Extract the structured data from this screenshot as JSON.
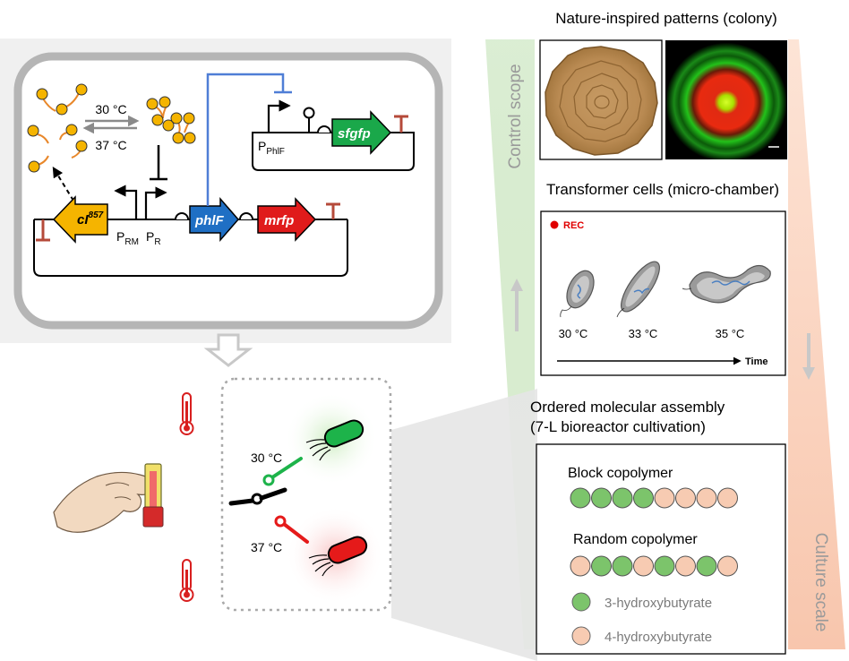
{
  "circuit": {
    "temp_high": "30 °C",
    "temp_low": "37 °C",
    "gene_ci": "cI",
    "gene_ci_sup": "857",
    "promoter_rm": "P",
    "promoter_rm_sub": "RM",
    "promoter_r": "P",
    "promoter_r_sub": "R",
    "gene_phlf": "phlF",
    "gene_mrfp": "mrfp",
    "promoter_phlf": "P",
    "promoter_phlf_sub": "PhlF",
    "gene_sfgfp": "sfgfp"
  },
  "switch": {
    "green_temp": "30 °C",
    "red_temp": "37 °C"
  },
  "scales": {
    "left_bar": "Control scope",
    "right_bar": "Culture scale"
  },
  "panel_patterns": {
    "title": "Nature-inspired patterns (colony)"
  },
  "panel_transformer": {
    "title": "Transformer cells (micro-chamber)",
    "rec": "REC",
    "temps": [
      "30 °C",
      "33 °C",
      "35 °C"
    ],
    "axis": "Time"
  },
  "panel_assembly": {
    "title_line1": "Ordered molecular assembly",
    "title_line2": "(7-L bioreactor cultivation)",
    "block_label": "Block copolymer",
    "random_label": "Random copolymer",
    "block_seq": [
      "3HB",
      "3HB",
      "3HB",
      "3HB",
      "4HB",
      "4HB",
      "4HB",
      "4HB"
    ],
    "random_seq": [
      "4HB",
      "3HB",
      "3HB",
      "4HB",
      "3HB",
      "4HB",
      "3HB",
      "4HB"
    ],
    "legend": [
      {
        "key": "3HB",
        "label": "3-hydroxybutyrate"
      },
      {
        "key": "4HB",
        "label": "4-hydroxybutyrate"
      }
    ]
  },
  "colors": {
    "hb3": "#7cc46b",
    "hb4": "#f7cbb2",
    "ci": "#f5b400",
    "phlf": "#1f6fc4",
    "mrfp": "#e01b1b",
    "sfgfp": "#1aa84a",
    "terminator": "#b54a3a",
    "repression": "#4f7ed6"
  }
}
